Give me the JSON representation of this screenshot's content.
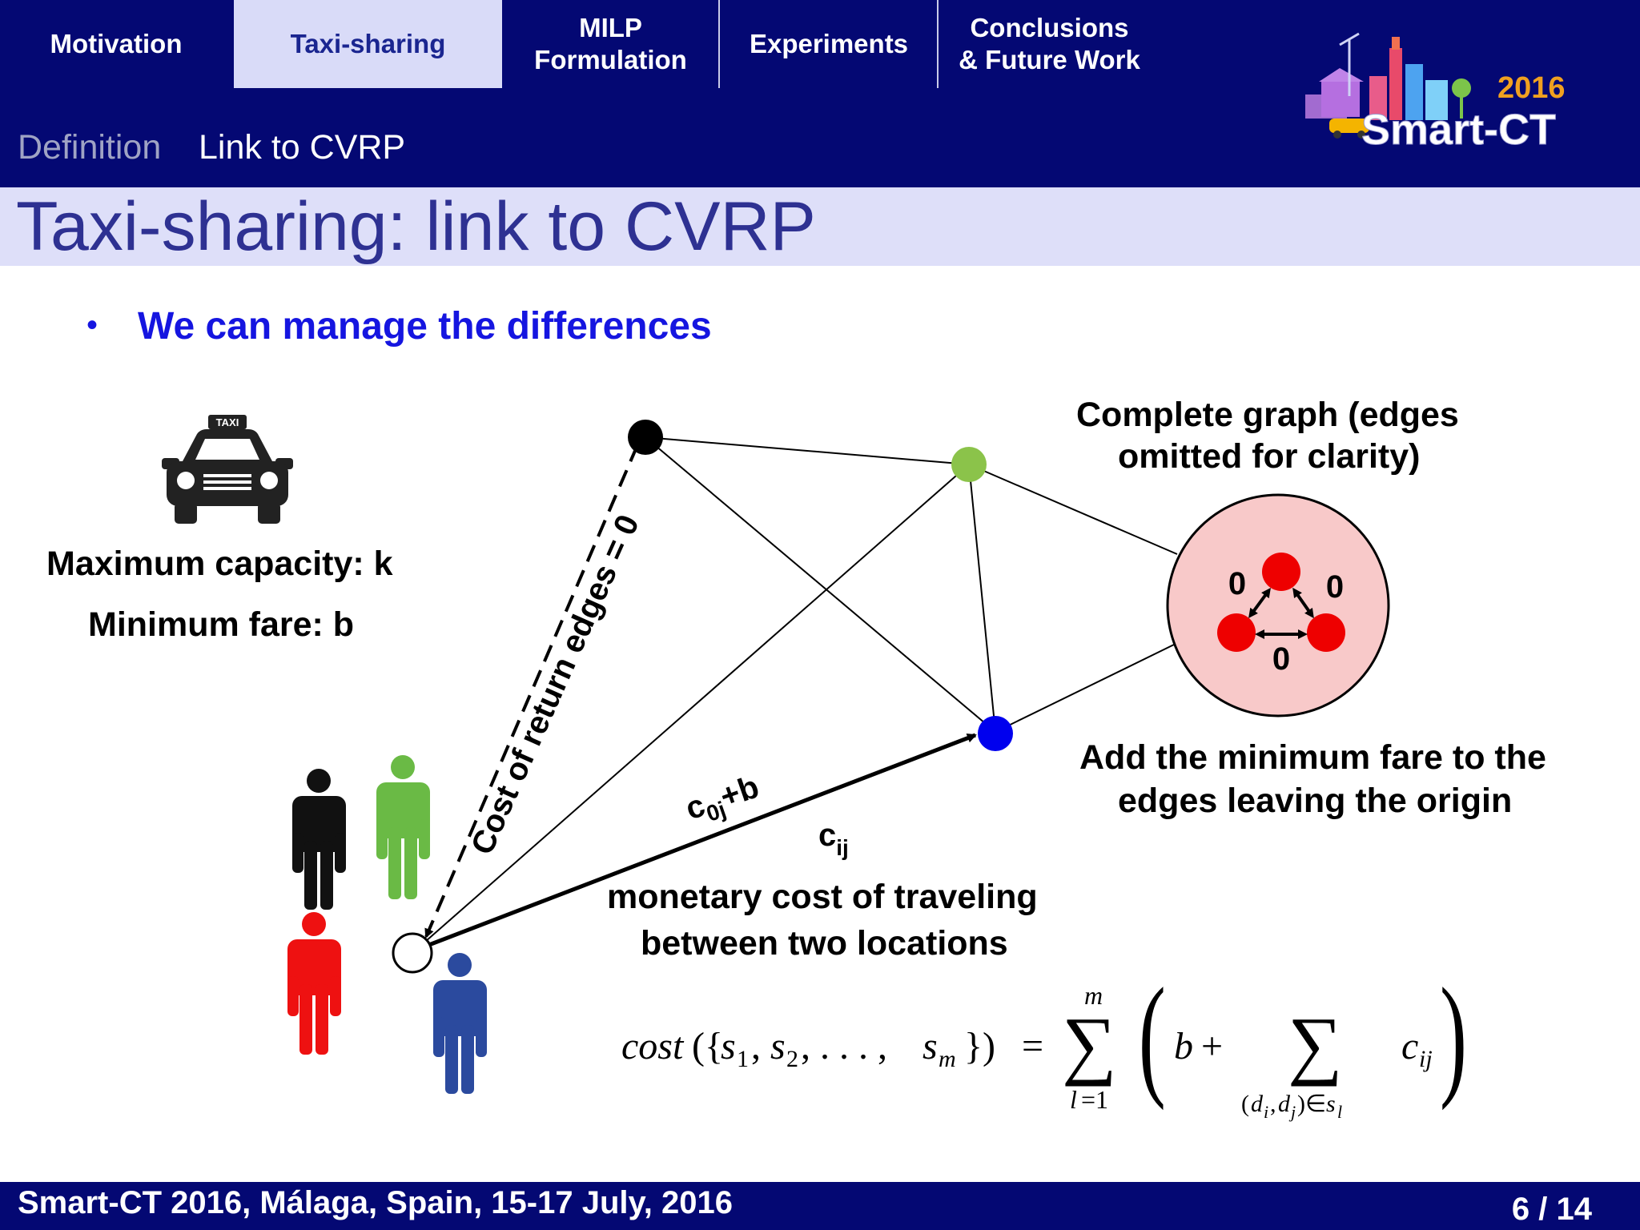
{
  "nav": {
    "tabs": [
      {
        "label": "Motivation"
      },
      {
        "label": "Taxi-sharing",
        "active": true
      },
      {
        "label_line1": "MILP",
        "label_line2": "Formulation"
      },
      {
        "label": "Experiments"
      },
      {
        "label_line1": "Conclusions",
        "label_line2": "& Future Work"
      }
    ],
    "subnav": [
      {
        "label": "Definition"
      },
      {
        "label": "Link to CVRP",
        "active": true
      }
    ],
    "logo_year": "2016",
    "logo_text": "Smart-CT"
  },
  "slide": {
    "title": "Taxi-sharing: link to CVRP",
    "bullet": "We can manage the differences",
    "max_capacity": "Maximum capacity: k",
    "min_fare": "Minimum fare: b",
    "taxi_sign": "TAXI",
    "complete_graph_line1": "Complete graph (edges",
    "complete_graph_line2": "omitted for clarity)",
    "min_fare_note_line1": "Add the minimum fare to the",
    "min_fare_note_line2": "edges leaving the origin",
    "return_edges_label": "Cost of return edges = 0",
    "edge_origin_label": "c",
    "edge_origin_sub": "0j",
    "edge_origin_suffix": "+b",
    "edge_ij_label": "c",
    "edge_ij_sub": "ij",
    "monetary_line1": "monetary cost of traveling",
    "monetary_line2": "between two locations",
    "zero_label": "0"
  },
  "formula": {
    "lhs": "cost({s1, s2, ..., sm}) = ",
    "sum_top": "m",
    "sum_bottom": "l=1",
    "b_plus": "b +",
    "inner_sum_bottom": "(di,dj)∈sl",
    "term": "cij"
  },
  "footer": {
    "event": "Smart-CT 2016, Málaga, Spain, 15-17 July, 2016",
    "page": "6",
    "total": "/ 14"
  },
  "colors": {
    "nav_bg": "#040873",
    "title_bar_bg": "#dedff9",
    "title_text": "#2e3192",
    "bullet_text": "#1515e0",
    "node_green": "#8bc34a",
    "node_blue": "#0000ee",
    "node_red": "#ee0000",
    "cluster_fill": "#f8c9c9"
  }
}
